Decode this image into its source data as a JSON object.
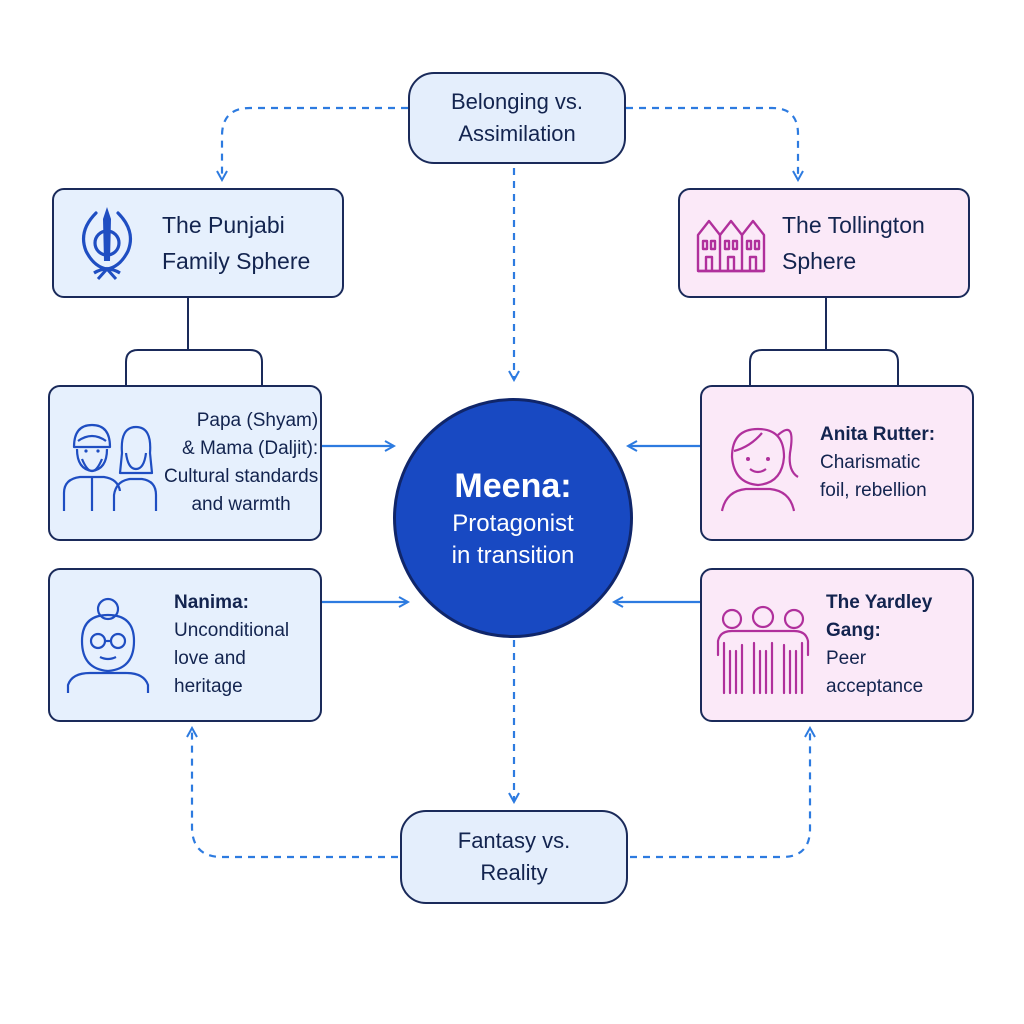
{
  "theme_labels": {
    "top": [
      "Belonging vs.",
      "Assimilation"
    ],
    "bottom": [
      "Fantasy vs.",
      "Reality"
    ]
  },
  "center": {
    "title": "Meena:",
    "subtitle": [
      "Protagonist",
      "in transition"
    ]
  },
  "left_sphere": {
    "title": [
      "The Punjabi",
      "Family Sphere"
    ],
    "icon": "khanda-icon",
    "nodes": [
      {
        "icon": "parents-icon",
        "lines": [
          "Papa (Shyam)",
          "& Mama (Daljit):",
          "Cultural standards",
          "and warmth"
        ]
      },
      {
        "icon": "grandmother-icon",
        "lines": [
          "Nanima:",
          "Unconditional",
          "love and",
          "heritage"
        ]
      }
    ]
  },
  "right_sphere": {
    "title": [
      "The Tollington",
      "Sphere"
    ],
    "icon": "houses-icon",
    "nodes": [
      {
        "icon": "girl-icon",
        "lines": [
          "Anita Rutter:",
          "Charismatic",
          "foil, rebellion"
        ]
      },
      {
        "icon": "group-icon",
        "lines": [
          "The Yardley",
          "Gang:",
          "Peer",
          "acceptance"
        ]
      }
    ]
  },
  "colors": {
    "blue_fill": "#e6f0fd",
    "pink_fill": "#fbe9f8",
    "center_fill": "#1849c2",
    "arrow_blue": "#2d7be0",
    "outline": "#1a2a5a",
    "left_icon": "#1f4ec2",
    "right_icon": "#b0309c"
  }
}
